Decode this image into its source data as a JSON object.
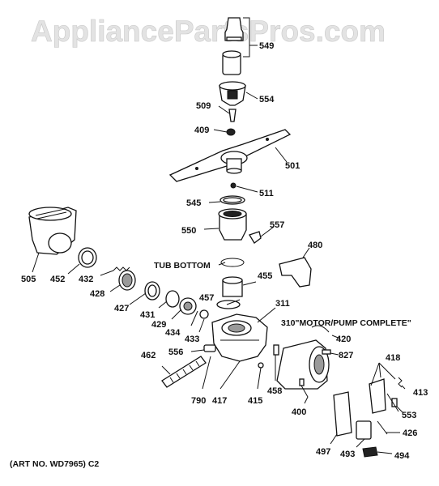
{
  "watermark": "AppliancePartsPros.com",
  "art_number": "(ART NO. WD7965) C2",
  "notes": {
    "tub_bottom": "TUB BOTTOM",
    "motor_pump": "310\"MOTOR/PUMP COMPLETE\""
  },
  "part_labels": {
    "p549": "549",
    "p554": "554",
    "p509": "509",
    "p409": "409",
    "p501": "501",
    "p545": "545",
    "p511": "511",
    "p550": "550",
    "p557": "557",
    "p480": "480",
    "p505": "505",
    "p452": "452",
    "p432": "432",
    "p428": "428",
    "p455": "455",
    "p427": "427",
    "p431": "431",
    "p429": "429",
    "p434": "434",
    "p433": "433",
    "p457": "457",
    "p311": "311",
    "p310": "310",
    "p420": "420",
    "p827": "827",
    "p418": "418",
    "p413": "413",
    "p556": "556",
    "p462": "462",
    "p790": "790",
    "p417": "417",
    "p415": "415",
    "p458": "458",
    "p400": "400",
    "p553": "553",
    "p426": "426",
    "p497": "497",
    "p493": "493",
    "p494": "494"
  }
}
